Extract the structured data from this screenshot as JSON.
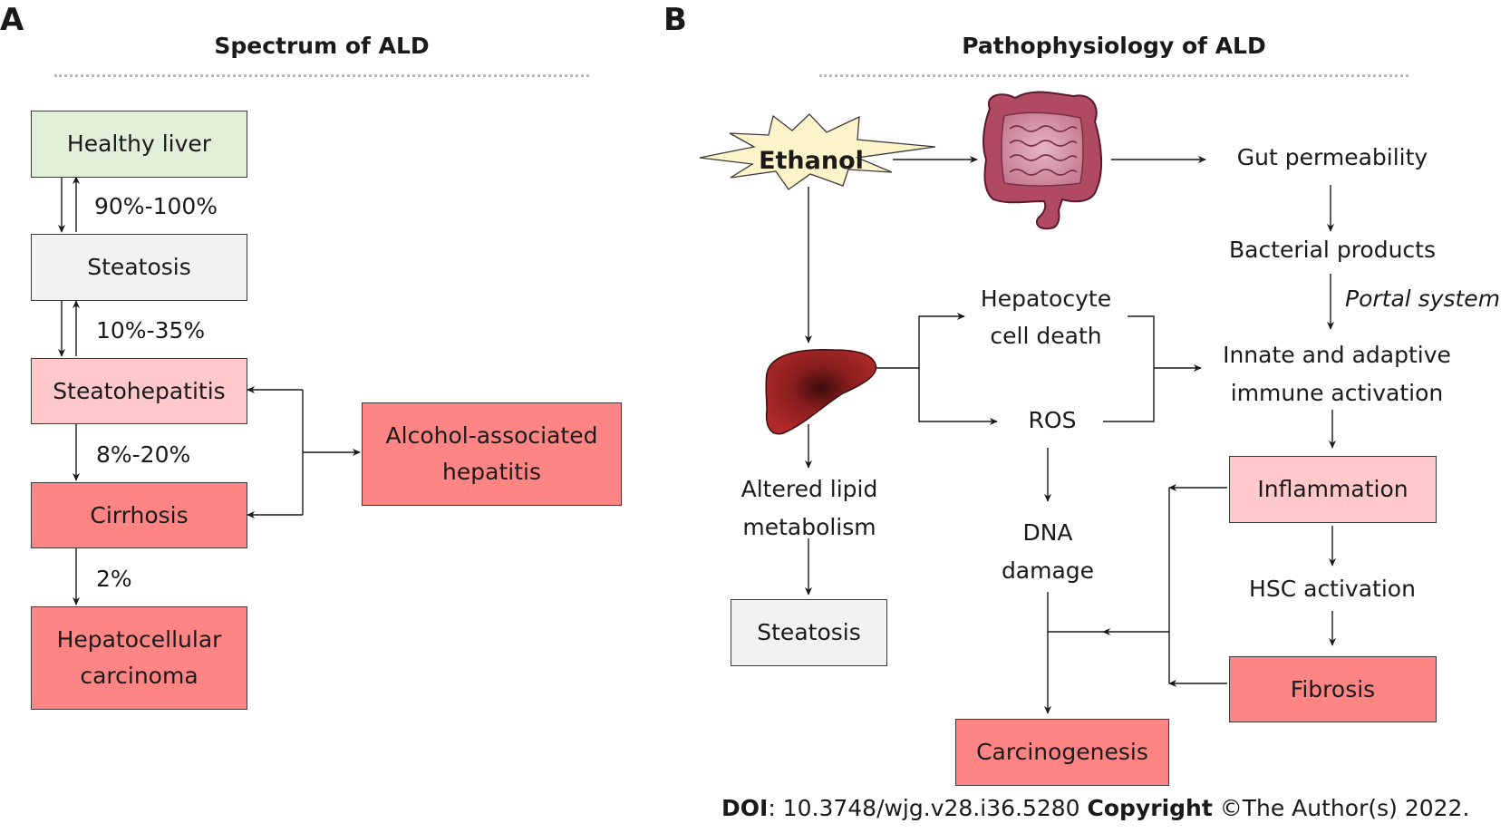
{
  "panel_a": {
    "letter": "A",
    "title": "Spectrum of ALD",
    "boxes": {
      "healthy": "Healthy liver",
      "steatosis": "Steatosis",
      "steatohepatitis": "Steatohepatitis",
      "cirrhosis": "Cirrhosis",
      "hcc": [
        "Hepatocellular",
        "carcinoma"
      ],
      "aah": [
        "Alcohol-associated",
        "hepatitis"
      ]
    },
    "percentages": {
      "healthy_to_steatosis": "90%-100%",
      "steatosis_to_sh": "10%-35%",
      "sh_to_cirrhosis": "8%-20%",
      "cirrhosis_to_hcc": "2%"
    }
  },
  "panel_b": {
    "letter": "B",
    "title": "Pathophysiology of ALD",
    "ethanol": "Ethanol",
    "gut_permeability": "Gut permeability",
    "bacterial_products": "Bacterial products",
    "portal_system": "Portal system",
    "hepatocyte_death": [
      "Hepatocyte",
      "cell death"
    ],
    "ros": "ROS",
    "immune_activation": [
      "Innate and adaptive",
      "immune activation"
    ],
    "altered_lipid": [
      "Altered lipid",
      "metabolism"
    ],
    "dna_damage": [
      "DNA",
      "damage"
    ],
    "inflammation": "Inflammation",
    "hsc_activation": "HSC activation",
    "fibrosis": "Fibrosis",
    "steatosis": "Steatosis",
    "carcinogenesis": "Carcinogenesis"
  },
  "footer": {
    "doi_label": "DOI",
    "doi_value": ": 10.3748/wjg.v28.i36.5280 ",
    "copyright_label": "Copyright",
    "copyright_value": " ©The Author(s) 2022."
  },
  "colors": {
    "green": "#e2efd9",
    "grey": "#f2f2f2",
    "pink": "#ffc9cb",
    "red": "#ff8585",
    "starburst": "#fdf5c9"
  }
}
